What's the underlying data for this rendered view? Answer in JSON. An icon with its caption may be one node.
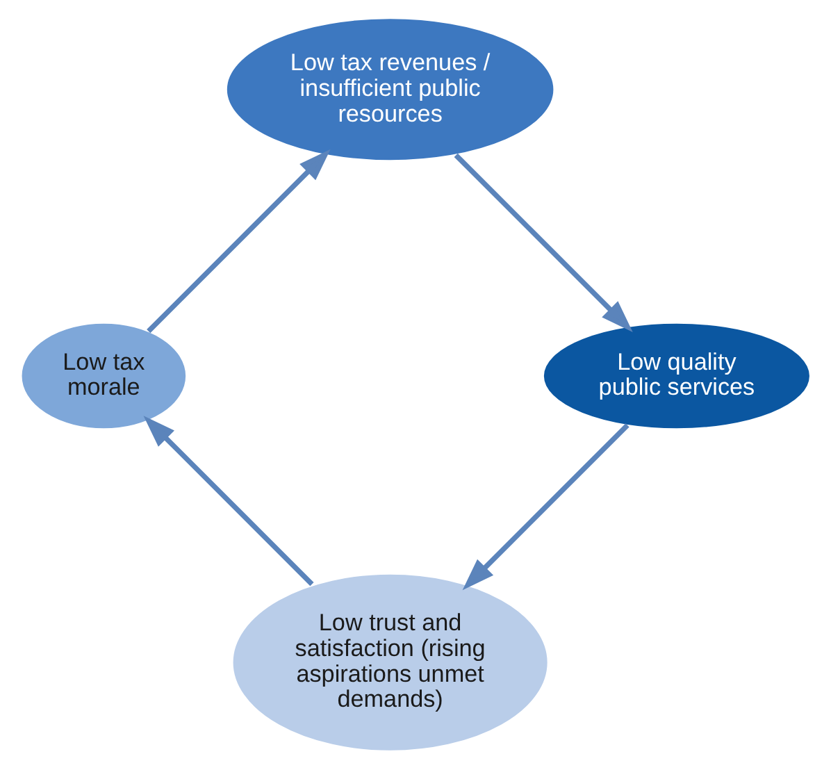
{
  "diagram": {
    "nodes": [
      {
        "text": [
          "Low trust and satisfaction (rising aspirations unmet demands)"
        ]
      },
      {
        "text": [
          "Low tax morale"
        ]
      },
      {
        "text": [
          "Low tax revenues / insufficient public resources"
        ]
      },
      {
        "text": [
          "Low quality public services"
        ]
      }
    ],
    "edges": [
      {
        "from": 0,
        "to": 1,
        "arrow": "to"
      },
      {
        "from": 1,
        "to": 2,
        "arrow": "to"
      },
      {
        "from": 2,
        "to": 3,
        "arrow": "to"
      },
      {
        "from": 3,
        "to": 0,
        "arrow": "to"
      }
    ]
  }
}
